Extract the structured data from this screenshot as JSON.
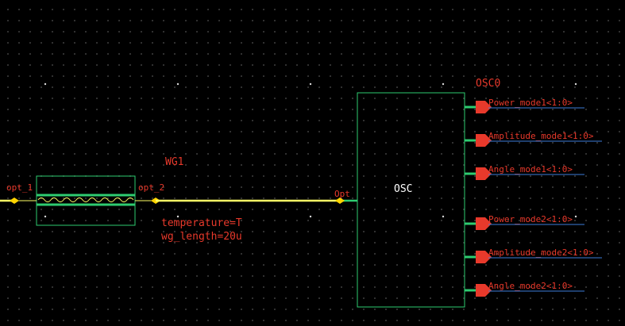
{
  "schematic": {
    "waveguide": {
      "instance": "WG1",
      "port_in": "opt_1",
      "port_out": "opt_2",
      "params": [
        "temperature=T",
        "wg_length=20u"
      ]
    },
    "oscillator": {
      "instance": "OSC0",
      "cell": "OSC",
      "input_pin": "Opt",
      "output_pins": [
        "Power_mode1<1:0>",
        "Amplitude_mode1<1:0>",
        "Angle_mode1<1:0>",
        "Power_mode2<1:0>",
        "Amplitude_mode2<1:0>",
        "Angle_mode2<1:0>"
      ]
    },
    "colors": {
      "background": "#000000",
      "wire": "#ffff66",
      "pin": "#ffd400",
      "symbol": "#2ecc71",
      "label": "#e8392b",
      "bus": "#3b7dd8",
      "text": "#ffffff"
    }
  }
}
